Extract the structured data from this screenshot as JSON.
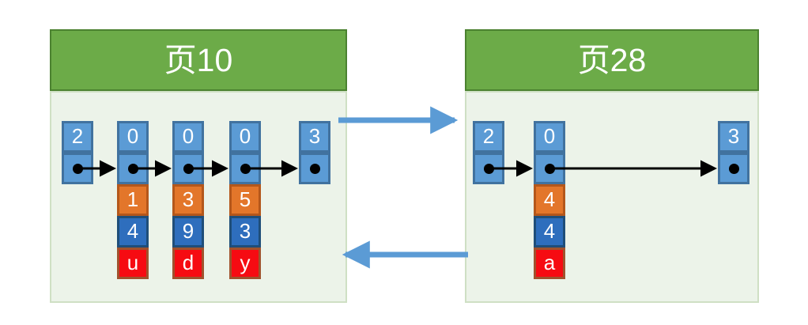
{
  "diagram": {
    "title_left": "页10",
    "title_right": "页28",
    "colors": {
      "panel_fill": "#ecf3e9",
      "panel_border": "#cfe0c4",
      "header_fill": "#6cab48",
      "header_border": "#4b8230",
      "pointer_cell": "#5b9bd5",
      "orange_cell": "#e3762a",
      "blue_cell": "#2e6ebd",
      "red_cell": "#f60b12",
      "link_arrow": "#000000",
      "page_arrow": "#5b9bd5"
    },
    "panels": [
      {
        "name": "page-10",
        "title": "页10",
        "nodes": [
          {
            "name": "head-pointer",
            "key": "2",
            "has_dot": true,
            "values": []
          },
          {
            "name": "entry-1",
            "key": "0",
            "has_dot": true,
            "values": [
              {
                "text": "1",
                "kind": "orange"
              },
              {
                "text": "4",
                "kind": "blue"
              },
              {
                "text": "u",
                "kind": "red"
              }
            ]
          },
          {
            "name": "entry-2",
            "key": "0",
            "has_dot": true,
            "values": [
              {
                "text": "3",
                "kind": "orange"
              },
              {
                "text": "9",
                "kind": "blue"
              },
              {
                "text": "d",
                "kind": "red"
              }
            ]
          },
          {
            "name": "entry-3",
            "key": "0",
            "has_dot": true,
            "values": [
              {
                "text": "5",
                "kind": "orange"
              },
              {
                "text": "3",
                "kind": "blue"
              },
              {
                "text": "y",
                "kind": "red"
              }
            ]
          },
          {
            "name": "tail-pointer",
            "key": "3",
            "has_dot": true,
            "values": []
          }
        ]
      },
      {
        "name": "page-28",
        "title": "页28",
        "nodes": [
          {
            "name": "head-pointer",
            "key": "2",
            "has_dot": true,
            "values": []
          },
          {
            "name": "entry-1",
            "key": "0",
            "has_dot": true,
            "values": [
              {
                "text": "4",
                "kind": "orange"
              },
              {
                "text": "4",
                "kind": "blue"
              },
              {
                "text": "a",
                "kind": "red"
              }
            ]
          },
          {
            "name": "tail-pointer",
            "key": "3",
            "has_dot": true,
            "values": []
          }
        ]
      }
    ],
    "page_links": [
      {
        "name": "forward-link",
        "direction": "right"
      },
      {
        "name": "backward-link",
        "direction": "left"
      }
    ]
  }
}
